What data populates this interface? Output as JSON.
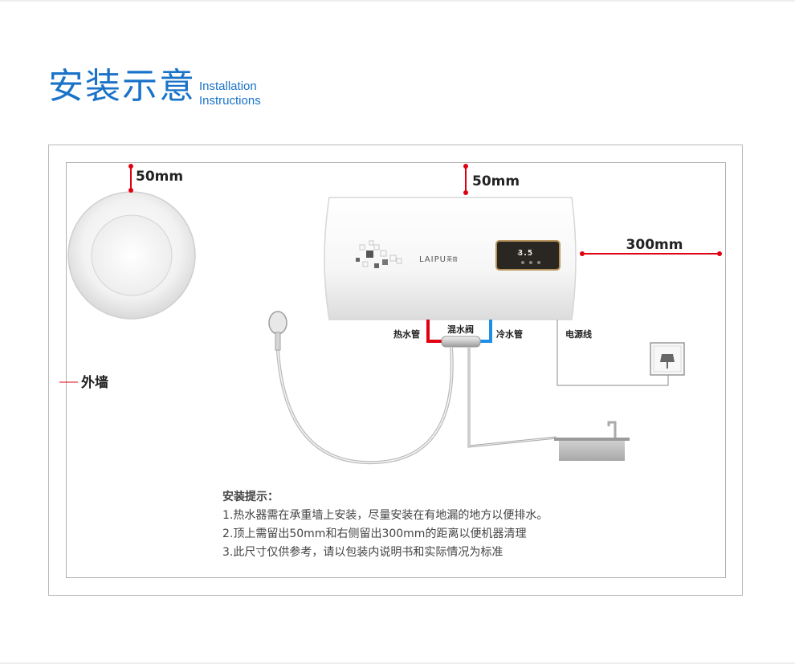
{
  "header": {
    "title_cn": "安装示意",
    "title_en_line1": "Installation",
    "title_en_line2": "Instructions"
  },
  "diagram": {
    "top_clearance_left": "50mm",
    "top_clearance_heater": "50mm",
    "right_clearance": "300mm",
    "wall_label": "外墙",
    "hot_pipe_label": "热水管",
    "mix_valve_label": "混水阀",
    "cold_pipe_label": "冷水管",
    "power_cord_label": "电源线",
    "brand": "LAIPU",
    "brand_cn": "莱普",
    "display_value": "3.5"
  },
  "notes": {
    "title": "安装提示：",
    "items": [
      "1.热水器需在承重墙上安装，尽量安装在有地漏的地方以便排水。",
      "2.顶上需留出50mm和右侧留出300mm的距离以便机器清理",
      "3.此尺寸仅供参考，请以包装内说明书和实际情况为标准"
    ]
  },
  "colors": {
    "accent": "#1a73c9",
    "dimension_red": "#e00010",
    "hot_pipe": "#e00010",
    "cold_pipe": "#1e8fe6"
  }
}
